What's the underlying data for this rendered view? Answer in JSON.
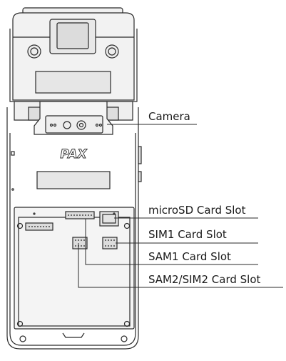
{
  "brand": "PAX",
  "callouts": {
    "camera": "Camera",
    "microsd": "microSD Card Slot",
    "sim1": "SIM1 Card Slot",
    "sam1": "SAM1 Card Slot",
    "sam2_sim2": "SAM2/SIM2 Card Slot"
  },
  "colors": {
    "outline": "#2a2a2a",
    "panel_fill": "#f2f2f2",
    "panel_inner": "#e6e6e6",
    "background": "#ffffff"
  }
}
